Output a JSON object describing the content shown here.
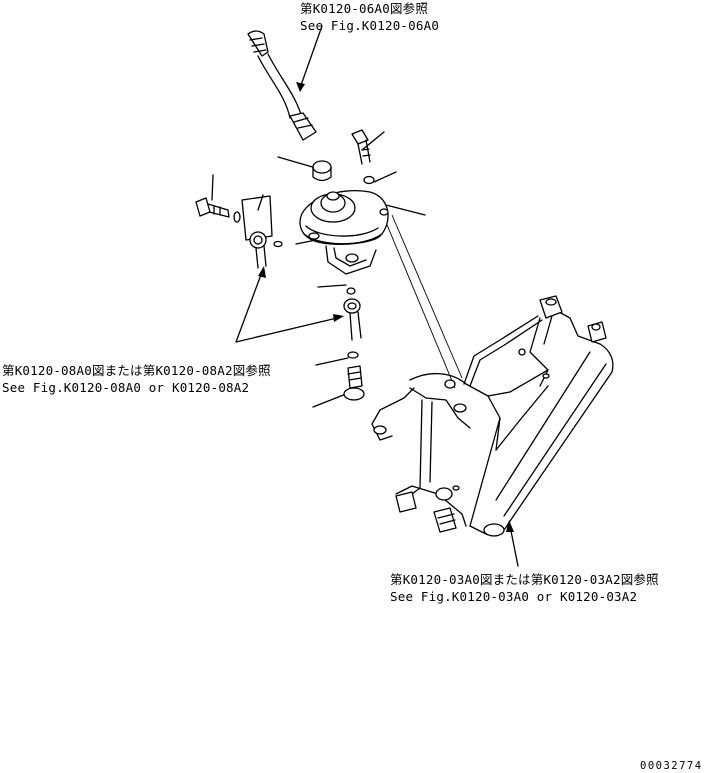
{
  "callouts": {
    "top": {
      "line1": "第K0120-06A0図参照",
      "line2": "See Fig.K0120-06A0"
    },
    "left": {
      "line1": "第K0120-08A0図または第K0120-08A2図参照",
      "line2": "See Fig.K0120-08A0 or K0120-08A2"
    },
    "bottom": {
      "line1": "第K0120-03A0図または第K0120-03A2図参照",
      "line2": "See Fig.K0120-03A0 or K0120-03A2"
    }
  },
  "drawing_number": "00032774",
  "colors": {
    "ink": "#000000",
    "paper": "#ffffff"
  }
}
